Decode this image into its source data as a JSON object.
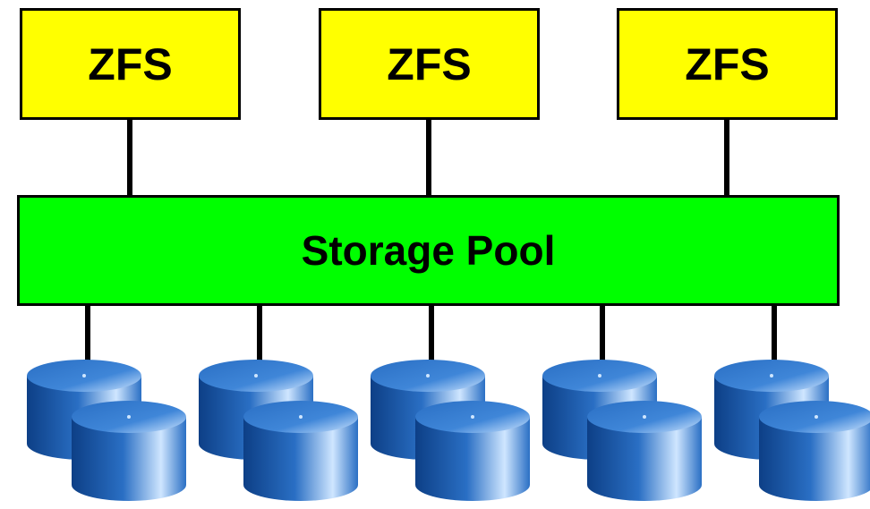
{
  "colors": {
    "filesystem_fill": "#ffff00",
    "pool_fill": "#00ff00",
    "connector": "#000000",
    "disk_dark": "#0d3f86",
    "disk_mid": "#2a6fc4",
    "disk_light": "#cfe6ff"
  },
  "filesystems": [
    {
      "label": "ZFS"
    },
    {
      "label": "ZFS"
    },
    {
      "label": "ZFS"
    }
  ],
  "pool": {
    "label": "Storage Pool"
  },
  "disk_groups": [
    {
      "icon": "disk-stack-icon"
    },
    {
      "icon": "disk-stack-icon"
    },
    {
      "icon": "disk-stack-icon"
    },
    {
      "icon": "disk-stack-icon"
    },
    {
      "icon": "disk-stack-icon"
    }
  ]
}
